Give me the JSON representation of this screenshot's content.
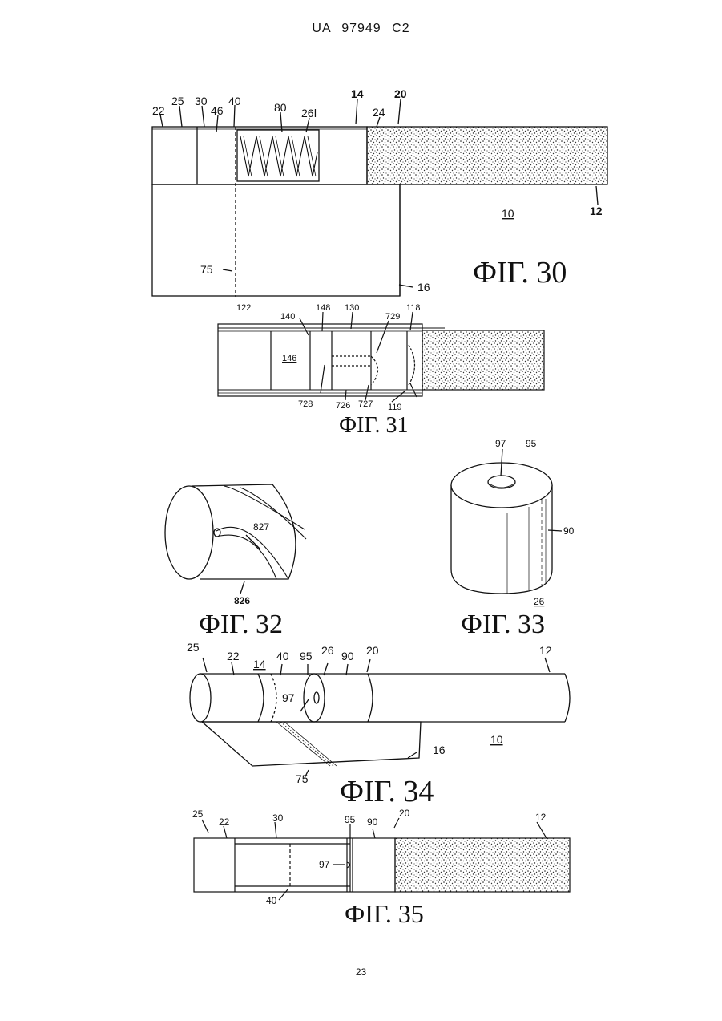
{
  "header": "UA   97949   C2",
  "page_number": "23",
  "figures": {
    "fig30": {
      "title": "ФІГ. 30",
      "labels": {
        "l22": "22",
        "l25": "25",
        "l30": "30",
        "l40": "40",
        "l46": "46",
        "l80": "80",
        "l26": "26ǀ",
        "l14": "14",
        "l24": "24",
        "l20": "20",
        "l12": "12",
        "l10": "10",
        "l75": "75",
        "l16": "16"
      }
    },
    "fig31": {
      "title": "ФІГ. 31",
      "labels": {
        "l122": "122",
        "l140": "140",
        "l148": "148",
        "l130": "130",
        "l729": "729",
        "l118": "118",
        "l146": "146",
        "l728": "728",
        "l726": "726",
        "l727": "727",
        "l119": "119"
      }
    },
    "fig32": {
      "title": "ФІГ. 32",
      "labels": {
        "l827": "827",
        "l826": "826"
      }
    },
    "fig33": {
      "title": "ФІГ. 33",
      "labels": {
        "l97": "97",
        "l95": "95",
        "l90": "90",
        "l26": "26"
      }
    },
    "fig34": {
      "title": "ФІГ. 34",
      "labels": {
        "l25": "25",
        "l22": "22",
        "l14": "14",
        "l40": "40",
        "l95": "95",
        "l26": "26",
        "l90": "90",
        "l20": "20",
        "l12": "12",
        "l97": "97",
        "l10": "10",
        "l16": "16",
        "l75": "75"
      }
    },
    "fig35": {
      "title": "ФІГ. 35",
      "labels": {
        "l25": "25",
        "l22": "22",
        "l30": "30",
        "l95": "95",
        "l90": "90",
        "l20": "20",
        "l12": "12",
        "l97": "97",
        "l40": "40"
      }
    }
  }
}
